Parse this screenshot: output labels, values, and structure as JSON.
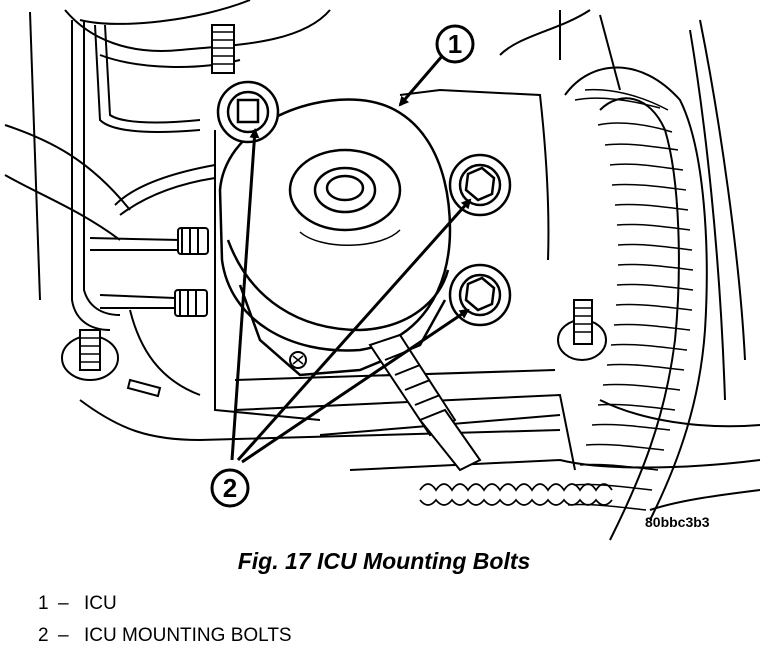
{
  "figure": {
    "code": "80bbc3b3",
    "caption": "Fig. 17 ICU Mounting Bolts"
  },
  "callouts": [
    {
      "number": "1",
      "target": "ICU"
    },
    {
      "number": "2",
      "target": "ICU MOUNTING BOLTS"
    }
  ],
  "legend": [
    {
      "number": "1",
      "dash": "–",
      "text": "ICU"
    },
    {
      "number": "2",
      "dash": "–",
      "text": "ICU MOUNTING BOLTS"
    }
  ]
}
